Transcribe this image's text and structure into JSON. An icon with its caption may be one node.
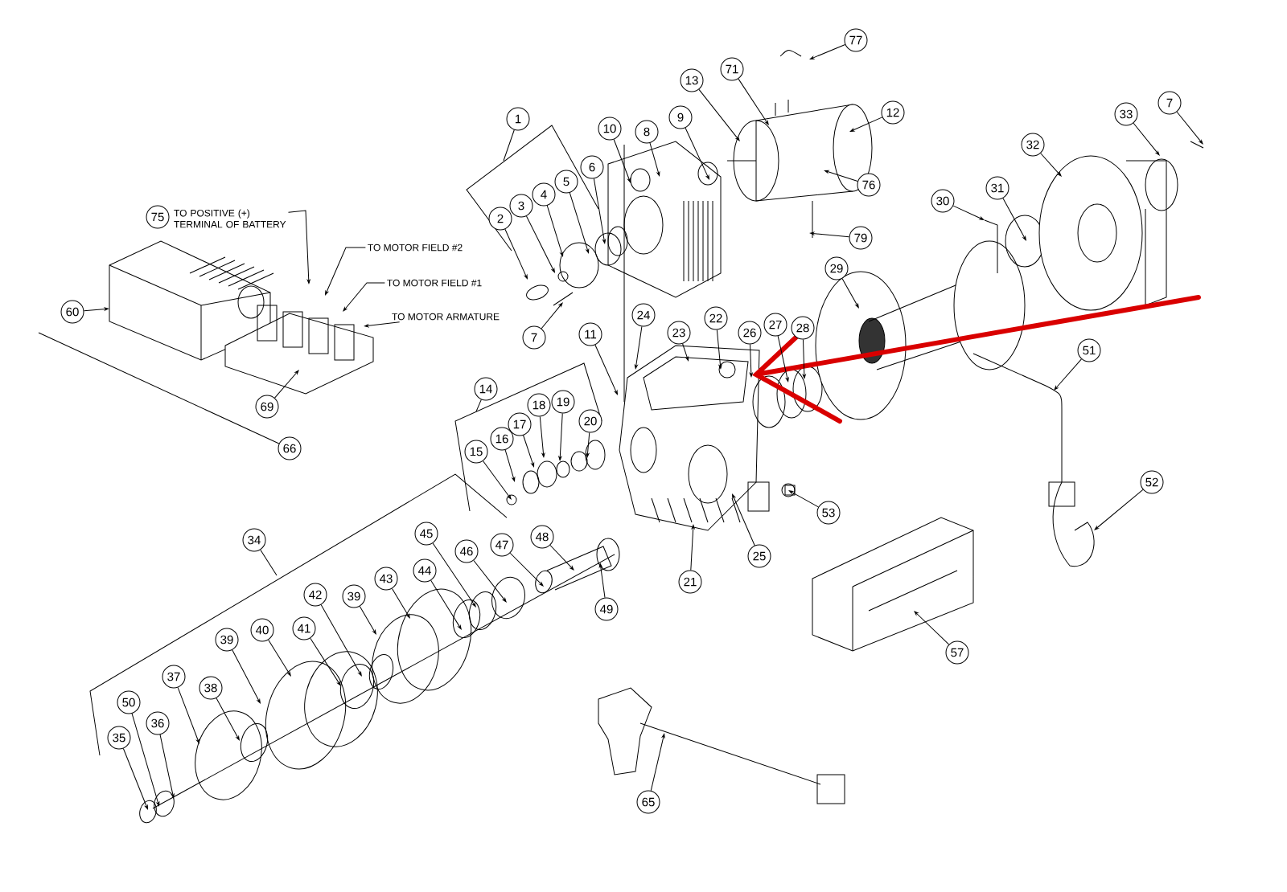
{
  "diagram": {
    "nodes": [
      {
        "text": [
          "77"
        ]
      },
      {
        "text": [
          "71"
        ]
      },
      {
        "text": [
          "13"
        ]
      },
      {
        "text": [
          "12"
        ]
      },
      {
        "text": [
          "7"
        ]
      },
      {
        "text": [
          "33"
        ]
      },
      {
        "text": [
          "9"
        ]
      },
      {
        "text": [
          "1"
        ]
      },
      {
        "text": [
          "10"
        ]
      },
      {
        "text": [
          "8"
        ]
      },
      {
        "text": [
          "32"
        ]
      },
      {
        "text": [
          "6"
        ]
      },
      {
        "text": [
          "5"
        ]
      },
      {
        "text": [
          "76"
        ]
      },
      {
        "text": [
          "31"
        ]
      },
      {
        "text": [
          "4"
        ]
      },
      {
        "text": [
          "30"
        ]
      },
      {
        "text": [
          "3"
        ]
      },
      {
        "text": [
          "75"
        ]
      },
      {
        "text": [
          "TO POSITIVE (+) TERMINAL OF BATTERY"
        ]
      },
      {
        "text": [
          "2"
        ]
      },
      {
        "text": [
          "79"
        ]
      },
      {
        "text": [
          "TO MOTOR FIELD #2"
        ]
      },
      {
        "text": [
          "29"
        ]
      },
      {
        "text": [
          "TO MOTOR FIELD #1"
        ]
      },
      {
        "text": [
          "60"
        ]
      },
      {
        "text": [
          "24"
        ]
      },
      {
        "text": [
          "TO MOTOR ARMATURE"
        ]
      },
      {
        "text": [
          "22"
        ]
      },
      {
        "text": [
          "27"
        ]
      },
      {
        "text": [
          "28"
        ]
      },
      {
        "text": [
          "23"
        ]
      },
      {
        "text": [
          "26"
        ]
      },
      {
        "text": [
          "11"
        ]
      },
      {
        "text": [
          "7"
        ]
      },
      {
        "text": [
          "51"
        ]
      },
      {
        "text": [
          "14"
        ]
      },
      {
        "text": [
          "19"
        ]
      },
      {
        "text": [
          "18"
        ]
      },
      {
        "text": [
          "69"
        ]
      },
      {
        "text": [
          "17"
        ]
      },
      {
        "text": [
          "20"
        ]
      },
      {
        "text": [
          "16"
        ]
      },
      {
        "text": [
          "66"
        ]
      },
      {
        "text": [
          "15"
        ]
      },
      {
        "text": [
          "52"
        ]
      },
      {
        "text": [
          "53"
        ]
      },
      {
        "text": [
          "45"
        ]
      },
      {
        "text": [
          "48"
        ]
      },
      {
        "text": [
          "34"
        ]
      },
      {
        "text": [
          "47"
        ]
      },
      {
        "text": [
          "46"
        ]
      },
      {
        "text": [
          "25"
        ]
      },
      {
        "text": [
          "44"
        ]
      },
      {
        "text": [
          "43"
        ]
      },
      {
        "text": [
          "21"
        ]
      },
      {
        "text": [
          "42"
        ]
      },
      {
        "text": [
          "39"
        ]
      },
      {
        "text": [
          "49"
        ]
      },
      {
        "text": [
          "41"
        ]
      },
      {
        "text": [
          "40"
        ]
      },
      {
        "text": [
          "39"
        ]
      },
      {
        "text": [
          "57"
        ]
      },
      {
        "text": [
          "37"
        ]
      },
      {
        "text": [
          "38"
        ]
      },
      {
        "text": [
          "50"
        ]
      },
      {
        "text": [
          "36"
        ]
      },
      {
        "text": [
          "35"
        ]
      },
      {
        "text": [
          "65"
        ]
      }
    ],
    "edges": [
      {
        "from": 0,
        "to": null,
        "arrow": "to"
      },
      {
        "from": 1,
        "to": null,
        "arrow": "to"
      },
      {
        "from": 2,
        "to": null,
        "arrow": "to"
      },
      {
        "from": 3,
        "to": null,
        "arrow": "to"
      },
      {
        "from": 4,
        "to": null,
        "arrow": "to"
      },
      {
        "from": 5,
        "to": null,
        "arrow": "to"
      },
      {
        "from": 6,
        "to": null,
        "arrow": "to"
      },
      {
        "from": 7,
        "to": null,
        "arrow": "none"
      },
      {
        "from": 8,
        "to": null,
        "arrow": "to"
      },
      {
        "from": 9,
        "to": null,
        "arrow": "to"
      },
      {
        "from": 10,
        "to": null,
        "arrow": "to"
      },
      {
        "from": 11,
        "to": null,
        "arrow": "to"
      },
      {
        "from": 12,
        "to": null,
        "arrow": "to"
      },
      {
        "from": 13,
        "to": null,
        "arrow": "to"
      },
      {
        "from": 14,
        "to": null,
        "arrow": "to"
      },
      {
        "from": 15,
        "to": null,
        "arrow": "to"
      },
      {
        "from": 16,
        "to": null,
        "arrow": "to"
      },
      {
        "from": 17,
        "to": null,
        "arrow": "to"
      },
      {
        "from": 19,
        "to": null,
        "arrow": "to"
      },
      {
        "from": 20,
        "to": null,
        "arrow": "to"
      },
      {
        "from": 21,
        "to": null,
        "arrow": "to"
      },
      {
        "from": 22,
        "to": null,
        "arrow": "to"
      },
      {
        "from": 23,
        "to": null,
        "arrow": "to"
      },
      {
        "from": 24,
        "to": null,
        "arrow": "to"
      },
      {
        "from": 25,
        "to": null,
        "arrow": "to"
      },
      {
        "from": 26,
        "to": null,
        "arrow": "to"
      },
      {
        "from": 27,
        "to": null,
        "arrow": "to"
      },
      {
        "from": 28,
        "to": null,
        "arrow": "to"
      },
      {
        "from": 29,
        "to": null,
        "arrow": "to"
      },
      {
        "from": 30,
        "to": null,
        "arrow": "to"
      },
      {
        "from": 31,
        "to": null,
        "arrow": "to"
      },
      {
        "from": 32,
        "to": null,
        "arrow": "to"
      },
      {
        "from": 33,
        "to": null,
        "arrow": "to"
      },
      {
        "from": 34,
        "to": null,
        "arrow": "to"
      },
      {
        "from": 35,
        "to": null,
        "arrow": "to"
      },
      {
        "from": 36,
        "to": null,
        "arrow": "none"
      },
      {
        "from": 37,
        "to": null,
        "arrow": "to"
      },
      {
        "from": 38,
        "to": null,
        "arrow": "to"
      },
      {
        "from": 39,
        "to": null,
        "arrow": "to"
      },
      {
        "from": 40,
        "to": null,
        "arrow": "to"
      },
      {
        "from": 41,
        "to": null,
        "arrow": "to"
      },
      {
        "from": 42,
        "to": null,
        "arrow": "to"
      },
      {
        "from": 43,
        "to": null,
        "arrow": "none"
      },
      {
        "from": 44,
        "to": null,
        "arrow": "to"
      },
      {
        "from": 45,
        "to": null,
        "arrow": "to"
      },
      {
        "from": 46,
        "to": null,
        "arrow": "to"
      },
      {
        "from": 47,
        "to": null,
        "arrow": "to"
      },
      {
        "from": 48,
        "to": null,
        "arrow": "to"
      },
      {
        "from": 49,
        "to": null,
        "arrow": "none"
      },
      {
        "from": 50,
        "to": null,
        "arrow": "to"
      },
      {
        "from": 51,
        "to": null,
        "arrow": "to"
      },
      {
        "from": 52,
        "to": null,
        "arrow": "to"
      },
      {
        "from": 53,
        "to": null,
        "arrow": "to"
      },
      {
        "from": 54,
        "to": null,
        "arrow": "to"
      },
      {
        "from": 55,
        "to": null,
        "arrow": "to"
      },
      {
        "from": 56,
        "to": null,
        "arrow": "to"
      },
      {
        "from": 57,
        "to": null,
        "arrow": "to"
      },
      {
        "from": 58,
        "to": null,
        "arrow": "to"
      },
      {
        "from": 59,
        "to": null,
        "arrow": "to"
      },
      {
        "from": 60,
        "to": null,
        "arrow": "to"
      },
      {
        "from": 61,
        "to": null,
        "arrow": "to"
      },
      {
        "from": 62,
        "to": null,
        "arrow": "to"
      },
      {
        "from": 63,
        "to": null,
        "arrow": "to"
      },
      {
        "from": 64,
        "to": null,
        "arrow": "to"
      },
      {
        "from": 65,
        "to": null,
        "arrow": "to"
      },
      {
        "from": 66,
        "to": null,
        "arrow": "to"
      },
      {
        "from": 67,
        "to": null,
        "arrow": "to"
      },
      {
        "from": 68,
        "to": null,
        "arrow": "to"
      }
    ]
  }
}
